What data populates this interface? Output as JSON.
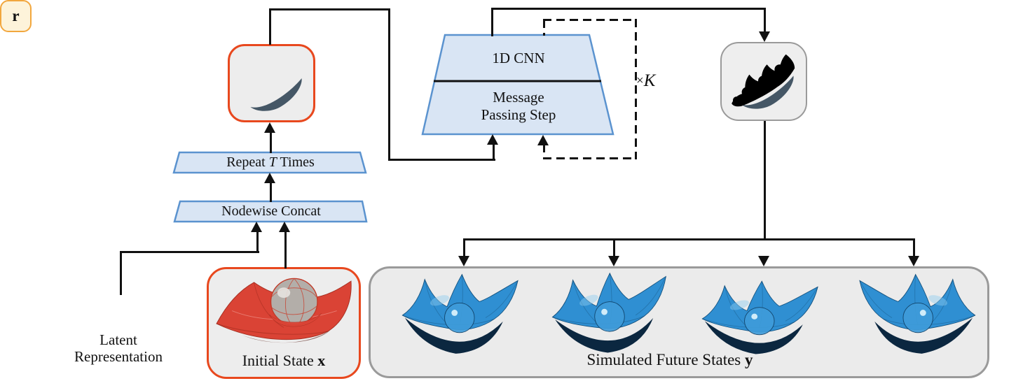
{
  "figure": {
    "latent": {
      "symbol": "r",
      "caption_line1": "Latent",
      "caption_line2": "Representation"
    },
    "initial_state": {
      "label": "Initial State",
      "variable": "x"
    },
    "concat_bar": {
      "label": "Nodewise Concat"
    },
    "repeat_bar": {
      "prefix": "Repeat",
      "variable": "T",
      "suffix": "Times"
    },
    "processor": {
      "top_label": "1D CNN",
      "bottom_label_line1": "Message",
      "bottom_label_line2": "Passing Step"
    },
    "loop": {
      "times_symbol": "×",
      "variable": "K"
    },
    "future_states": {
      "label": "Simulated Future States",
      "variable": "y"
    },
    "icons": {
      "repeated_input": "red-repeated-states-mesh-icon",
      "initial_state": "red-cloth-ball-mesh-icon",
      "predicted_rollout": "blue-repeated-states-mesh-icon",
      "future_state": "blue-cloth-ball-mesh-icon"
    },
    "colors": {
      "process_fill": "#d9e5f4",
      "process_border": "#5b93cf",
      "highlight_border_red": "#e8481e",
      "latent_border_orange": "#f2a73e",
      "latent_fill": "#fdf3da",
      "panel_fill": "#ebebeb",
      "panel_border": "#9a9a9a",
      "connector": "#111111",
      "mesh_red": "#da4335",
      "mesh_blue": "#2f8fd2"
    }
  }
}
